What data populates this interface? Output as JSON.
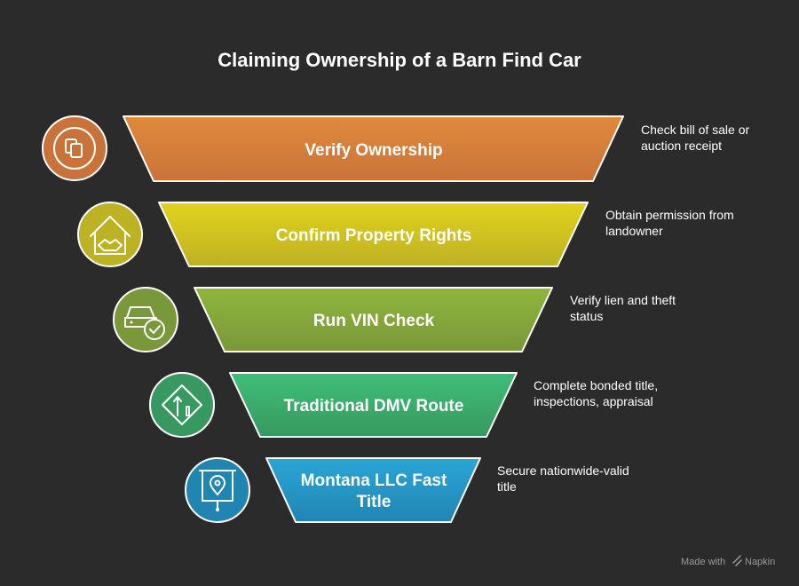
{
  "title": "Claiming Ownership of a Barn Find Car",
  "stages": [
    {
      "label": [
        "Verify Ownership"
      ],
      "description": [
        "Check bill of sale or",
        "auction receipt"
      ],
      "icon": "documents-icon",
      "color": "#d4823a"
    },
    {
      "label": [
        "Confirm Property Rights"
      ],
      "description": [
        "Obtain permission from",
        "landowner"
      ],
      "icon": "house-handshake-icon",
      "color": "#cfc21d"
    },
    {
      "label": [
        "Run VIN Check"
      ],
      "description": [
        "Verify lien and theft",
        "status"
      ],
      "icon": "car-check-icon",
      "color": "#86a63a"
    },
    {
      "label": [
        "Traditional DMV Route"
      ],
      "description": [
        "Complete bonded title,",
        "inspections, appraisal"
      ],
      "icon": "road-sign-icon",
      "color": "#3aa86b"
    },
    {
      "label": [
        "Montana LLC Fast",
        "Title"
      ],
      "description": [
        "Secure nationwide-valid",
        "title"
      ],
      "icon": "map-pin-board-icon",
      "color": "#2596c4"
    }
  ],
  "footer": {
    "prefix": "Made with",
    "brand": "Napkin"
  }
}
